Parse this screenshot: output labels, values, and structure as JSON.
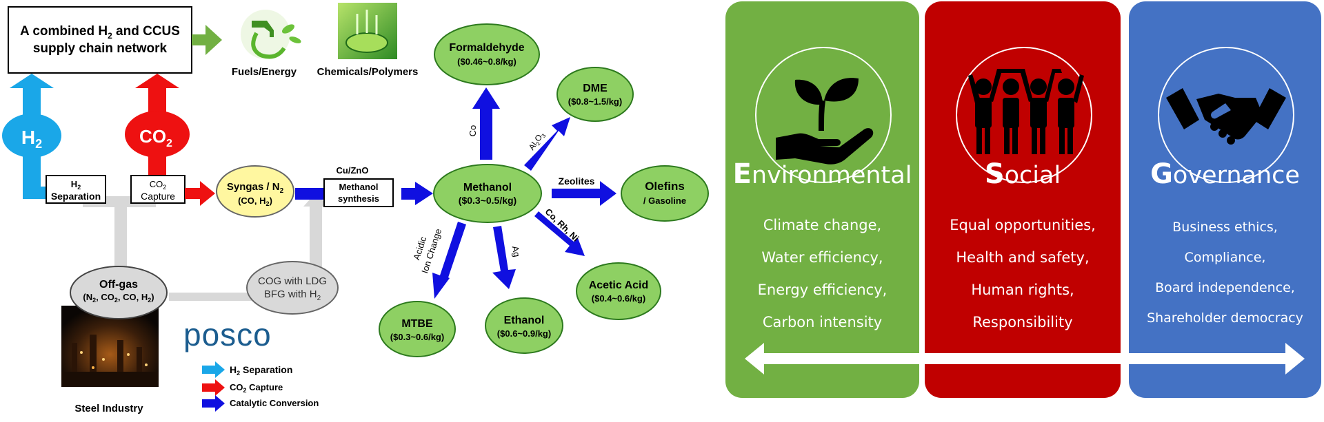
{
  "network": {
    "title_line1": "A combined H",
    "title_sub1": "2",
    "title_mid": " and CCUS",
    "title_line2": "supply chain network"
  },
  "outputs": {
    "fuels": "Fuels/Energy",
    "chemicals": "Chemicals/Polymers"
  },
  "gases": {
    "h2_main": "H",
    "h2_sub": "2",
    "co2_main": "CO",
    "co2_sub": "2"
  },
  "process": {
    "h2_sep_main": "H",
    "h2_sep_sub": "2",
    "h2_sep_line2": "Separation",
    "co2_cap_main": "CO",
    "co2_cap_sub": "2",
    "co2_cap_line2": "Capture",
    "syngas_line1": "Syngas / N",
    "syngas_sub1": "2",
    "syngas_line2a": "(CO, H",
    "syngas_sub2": "2",
    "syngas_line2b": ")",
    "cuzno": "Cu/ZnO",
    "meth_syn_line1": "Methanol",
    "meth_syn_line2": "synthesis",
    "offgas_line1": "Off-gas",
    "offgas_a": "(N",
    "offgas_s1": "2",
    "offgas_b": ", CO",
    "offgas_s2": "2",
    "offgas_c": ", CO, H",
    "offgas_s3": "2",
    "offgas_d": ")",
    "cog_line1": "COG with LDG",
    "cog_line2a": "BFG with H",
    "cog_sub": "2",
    "steel": "Steel Industry",
    "posco": "posco"
  },
  "products": {
    "methanol": {
      "name": "Methanol",
      "price": "($0.3~0.5/kg)"
    },
    "formaldehyde": {
      "name": "Formaldehyde",
      "price": "($0.46~0.8/kg)"
    },
    "dme": {
      "name": "DME",
      "price": "($0.8~1.5/kg)"
    },
    "olefins": {
      "name": "Olefins",
      "price": "/ Gasoline"
    },
    "acetic": {
      "name": "Acetic Acid",
      "price": "($0.4~0.6/kg)"
    },
    "ethanol": {
      "name": "Ethanol",
      "price": "($0.6~0.9/kg)"
    },
    "mtbe": {
      "name": "MTBE",
      "price": "($0.3~0.6/kg)"
    }
  },
  "catalysts": {
    "co": "Co",
    "al2o3_main": "Al",
    "al2o3_sub1": "2",
    "al2o3_o": "O",
    "al2o3_sub2": "3",
    "zeolites": "Zeolites",
    "corhni": "Co, Rh, Ni",
    "ag": "Ag",
    "acidic_line1": "Acidic",
    "acidic_line2": "Ion Change"
  },
  "legend": {
    "h2_main": "H",
    "h2_sub": "2",
    "h2_rest": " Separation",
    "co2_main": "CO",
    "co2_sub": "2",
    "co2_rest": " Capture",
    "catalytic": "Catalytic Conversion"
  },
  "esg": {
    "environmental": {
      "initial": "E",
      "rest": "nvironmental",
      "items": [
        "Climate change,",
        "Water efficiency,",
        "Energy efficiency,",
        "Carbon intensity"
      ]
    },
    "social": {
      "initial": "S",
      "rest": "ocial",
      "items": [
        "Equal opportunities,",
        "Health and safety,",
        "Human rights,",
        "Responsibility"
      ]
    },
    "governance": {
      "initial": "G",
      "rest": "overnance",
      "items": [
        "Business ethics,",
        "Compliance,",
        "Board independence,",
        "Shareholder democracy"
      ]
    }
  },
  "colors": {
    "h2": "#1aa7e8",
    "co2": "#ee1111",
    "catalytic": "#1010e0",
    "node_green": "#8ed063",
    "node_border": "#2d7a1e",
    "syngas_fill": "#fff7a0",
    "flow_gray": "#d8d8d8",
    "env": "#72b043",
    "soc": "#c00000",
    "gov": "#4472c4",
    "posco": "#1c5d8f"
  }
}
